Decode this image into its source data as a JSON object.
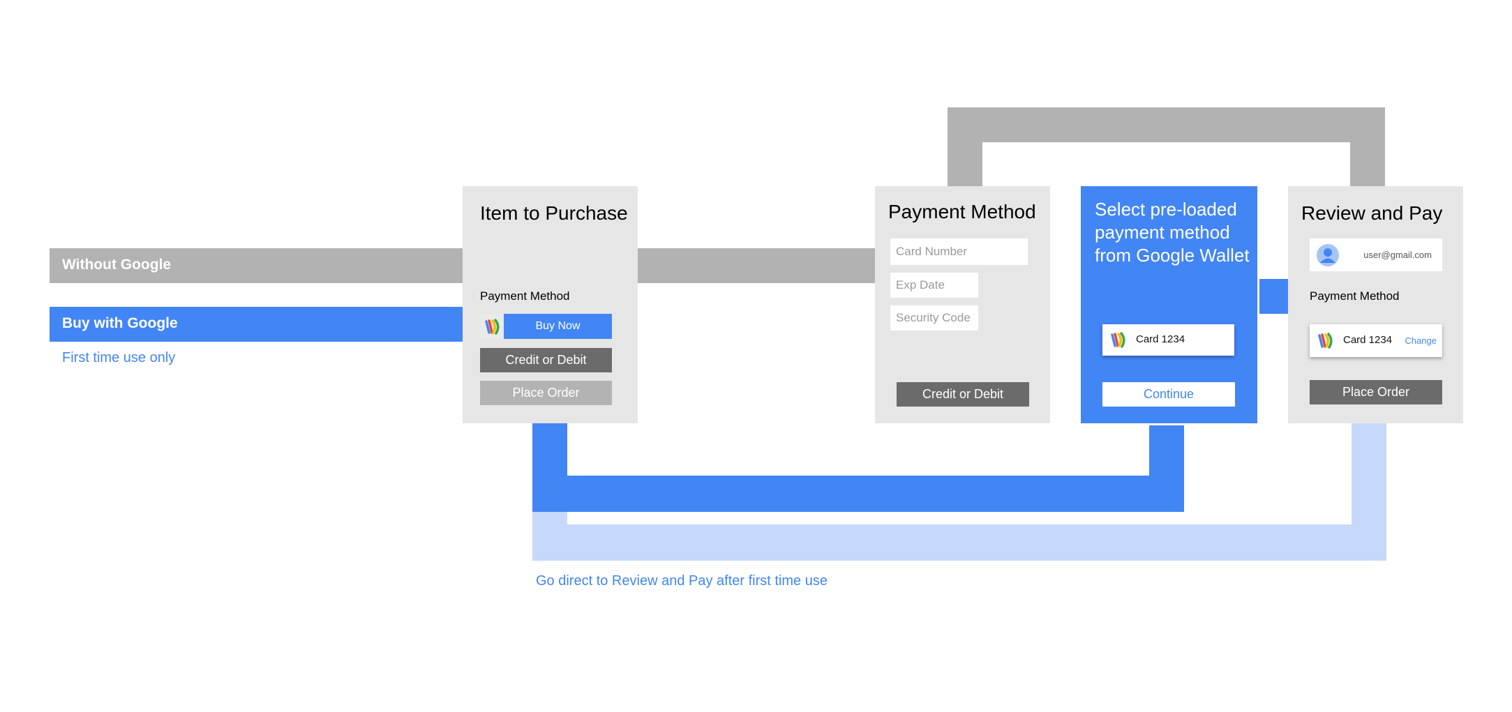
{
  "colors": {
    "blue": "#4285f4",
    "light_blue": "#c6d9fb",
    "gray_path": "#b2b2b2",
    "panel": "#e6e6e6",
    "dark_button": "#6b6b6b",
    "light_button": "#b3b3b3"
  },
  "labels": {
    "without_google": "Without Google",
    "buy_with_google": "Buy with Google",
    "first_time": "First time use only",
    "go_direct": "Go direct to Review and Pay after first time use"
  },
  "item_panel": {
    "title": "Item to Purchase",
    "payment_method": "Payment Method",
    "buy_now": "Buy Now",
    "credit_debit": "Credit or Debit",
    "place_order": "Place Order",
    "wallet_icon": "google-wallet-icon"
  },
  "payment_panel": {
    "title": "Payment Method",
    "card_number_placeholder": "Card Number",
    "exp_date_placeholder": "Exp Date",
    "security_code_placeholder": "Security Code",
    "credit_debit": "Credit or Debit"
  },
  "wallet_panel": {
    "title": "Select pre-loaded payment method from Google Wallet",
    "card_label": "Card 1234",
    "continue": "Continue",
    "wallet_icon": "google-wallet-icon"
  },
  "review_panel": {
    "title": "Review and Pay",
    "email": "user@gmail.com",
    "avatar_icon": "user-avatar-icon",
    "payment_method": "Payment Method",
    "card_label": "Card 1234",
    "change": "Change",
    "place_order": "Place Order",
    "wallet_icon": "google-wallet-icon"
  }
}
